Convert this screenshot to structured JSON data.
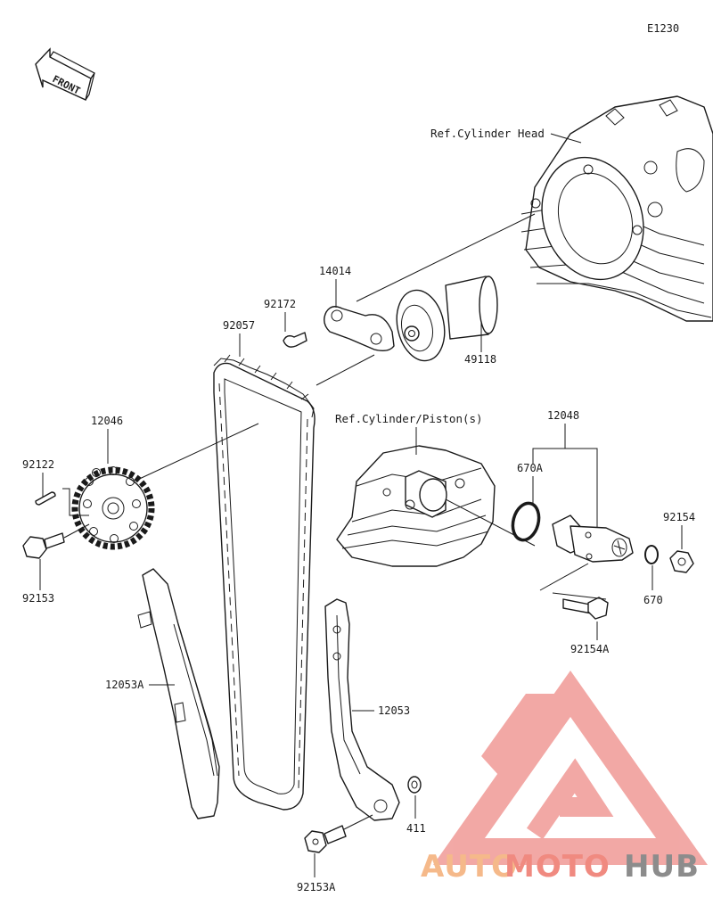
{
  "diagram_code": "E1230",
  "front_label": "FRONT",
  "refs": {
    "cylinder_head": "Ref.Cylinder Head",
    "cylinder_piston": "Ref.Cylinder/Piston(s)"
  },
  "parts": {
    "p14014": "14014",
    "p92172": "92172",
    "p92057": "92057",
    "p49118": "49118",
    "p12046": "12046",
    "p92122": "92122",
    "p92153": "92153",
    "p12048": "12048",
    "p670A": "670A",
    "p92154": "92154",
    "p670": "670",
    "p92154A": "92154A",
    "p12053A": "12053A",
    "p12053": "12053",
    "p411": "411",
    "p92153A": "92153A"
  },
  "watermark": {
    "auto": "AUTO",
    "moto": "MOTO",
    "hub": "HUB",
    "colors": {
      "auto": "#f5b98a",
      "moto": "#f08a80",
      "hub": "#8c8c8c",
      "logo": "#f09a96"
    }
  }
}
